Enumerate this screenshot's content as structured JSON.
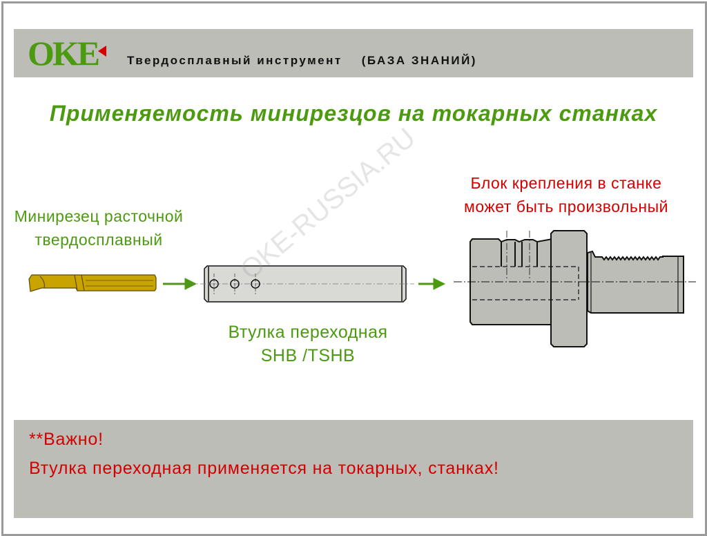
{
  "header": {
    "logo_text": "OKE",
    "subtitle": "Твердосплавный инструмент",
    "subtitle_tag": "(БАЗА ЗНАНИЙ)"
  },
  "title": "Применяемость минирезцов на токарных станках",
  "labels": {
    "cutter_line1": "Минирезец расточной",
    "cutter_line2": "твердосплавный",
    "sleeve_line1": "Втулка переходная",
    "sleeve_line2": "SHB /TSHB",
    "block_line1": "Блок крепления в станке",
    "block_line2": "может быть произвольный"
  },
  "watermark": "OKE-RUSSIA.RU",
  "note": {
    "line1": "**Важно!",
    "line2": "Втулка переходная применяется на токарных, станках!"
  },
  "colors": {
    "accent_green": "#4b9a0f",
    "accent_red": "#d40000",
    "band_gray": "#bcbdb7",
    "cutter_gold": "#c9a400"
  }
}
